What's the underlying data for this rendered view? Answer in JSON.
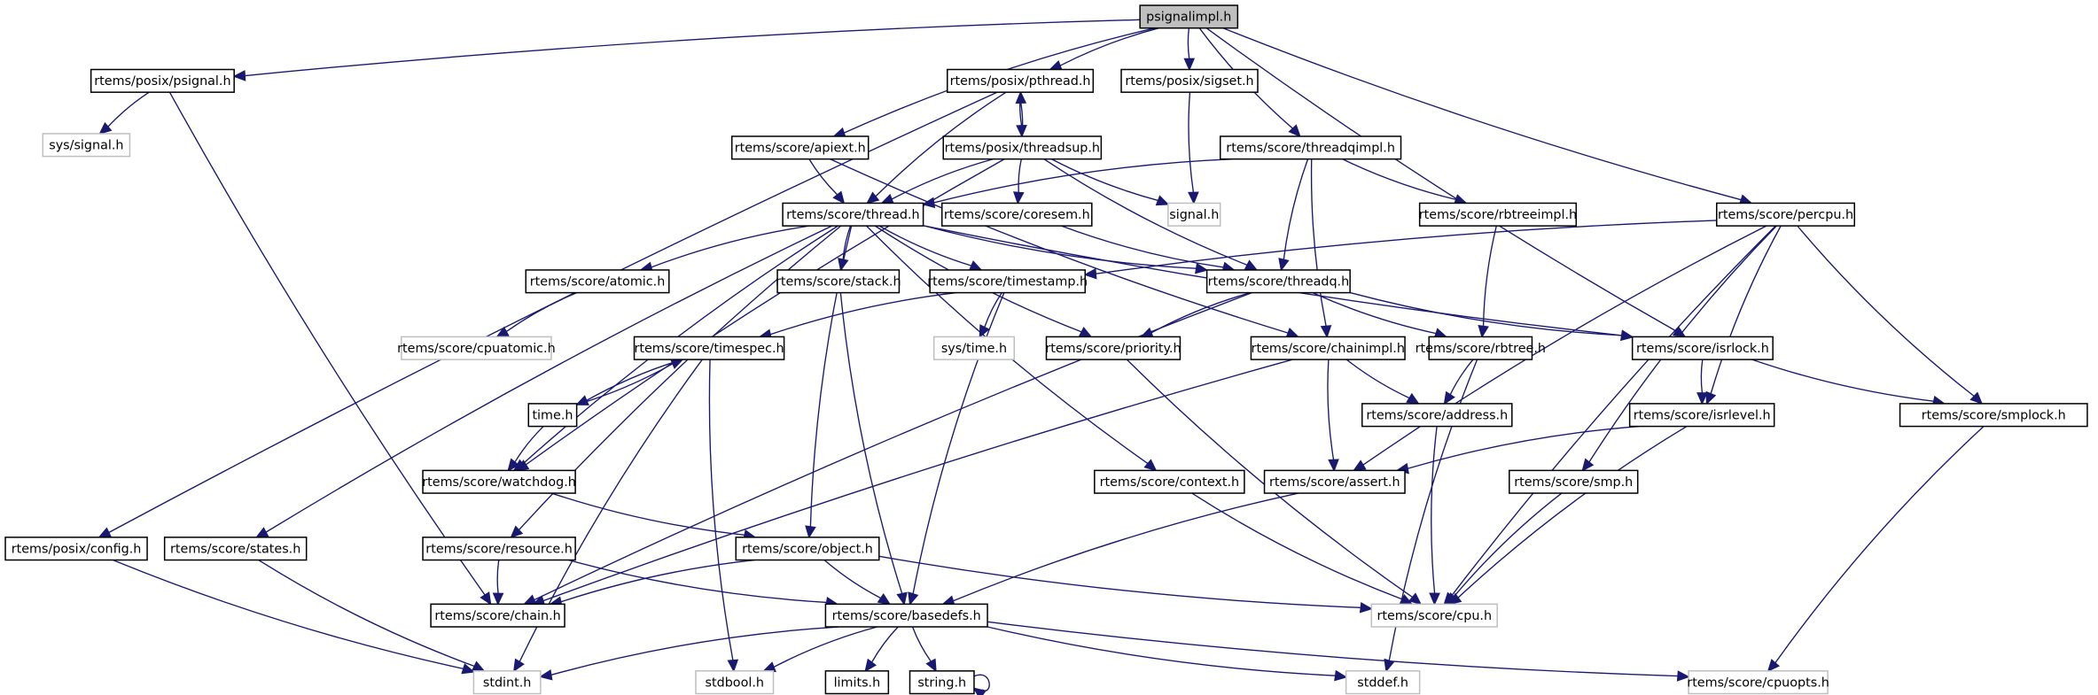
{
  "title": "psignalimpl.h include dependency graph",
  "colors": {
    "edge": "#191970",
    "root_fill": "#bfbfbf",
    "local_border": "#000000",
    "system_border": "#bfbfbf"
  },
  "nodes": [
    {
      "id": "psignalimpl",
      "label": "psignalimpl.h",
      "kind": "root"
    },
    {
      "id": "psignal",
      "label": "rtems/posix/psignal.h",
      "kind": "local"
    },
    {
      "id": "syssignal",
      "label": "sys/signal.h",
      "kind": "system"
    },
    {
      "id": "pthread",
      "label": "rtems/posix/pthread.h",
      "kind": "local"
    },
    {
      "id": "sigset",
      "label": "rtems/posix/sigset.h",
      "kind": "local"
    },
    {
      "id": "apiext",
      "label": "rtems/score/apiext.h",
      "kind": "local"
    },
    {
      "id": "threadsup",
      "label": "rtems/posix/threadsup.h",
      "kind": "local"
    },
    {
      "id": "threadqimpl",
      "label": "rtems/score/threadqimpl.h",
      "kind": "local"
    },
    {
      "id": "thread",
      "label": "rtems/score/thread.h",
      "kind": "local"
    },
    {
      "id": "coresem",
      "label": "rtems/score/coresem.h",
      "kind": "local"
    },
    {
      "id": "signal",
      "label": "signal.h",
      "kind": "system"
    },
    {
      "id": "rbtreeimpl",
      "label": "rtems/score/rbtreeimpl.h",
      "kind": "local"
    },
    {
      "id": "percpu",
      "label": "rtems/score/percpu.h",
      "kind": "local"
    },
    {
      "id": "atomic",
      "label": "rtems/score/atomic.h",
      "kind": "local"
    },
    {
      "id": "stack",
      "label": "rtems/score/stack.h",
      "kind": "local"
    },
    {
      "id": "timestamp",
      "label": "rtems/score/timestamp.h",
      "kind": "local"
    },
    {
      "id": "threadq",
      "label": "rtems/score/threadq.h",
      "kind": "local"
    },
    {
      "id": "cpuatomic",
      "label": "rtems/score/cpuatomic.h",
      "kind": "system"
    },
    {
      "id": "timespec",
      "label": "rtems/score/timespec.h",
      "kind": "local"
    },
    {
      "id": "systime",
      "label": "sys/time.h",
      "kind": "system"
    },
    {
      "id": "priority",
      "label": "rtems/score/priority.h",
      "kind": "local"
    },
    {
      "id": "chainimpl",
      "label": "rtems/score/chainimpl.h",
      "kind": "local"
    },
    {
      "id": "rbtree",
      "label": "rtems/score/rbtree.h",
      "kind": "local"
    },
    {
      "id": "isrlock",
      "label": "rtems/score/isrlock.h",
      "kind": "local"
    },
    {
      "id": "time",
      "label": "time.h",
      "kind": "local"
    },
    {
      "id": "address",
      "label": "rtems/score/address.h",
      "kind": "local"
    },
    {
      "id": "isrlevel",
      "label": "rtems/score/isrlevel.h",
      "kind": "local"
    },
    {
      "id": "smplock",
      "label": "rtems/score/smplock.h",
      "kind": "local"
    },
    {
      "id": "watchdog",
      "label": "rtems/score/watchdog.h",
      "kind": "local"
    },
    {
      "id": "context",
      "label": "rtems/score/context.h",
      "kind": "local"
    },
    {
      "id": "assert",
      "label": "rtems/score/assert.h",
      "kind": "local"
    },
    {
      "id": "smp",
      "label": "rtems/score/smp.h",
      "kind": "local"
    },
    {
      "id": "config",
      "label": "rtems/posix/config.h",
      "kind": "local"
    },
    {
      "id": "states",
      "label": "rtems/score/states.h",
      "kind": "local"
    },
    {
      "id": "resource",
      "label": "rtems/score/resource.h",
      "kind": "local"
    },
    {
      "id": "object",
      "label": "rtems/score/object.h",
      "kind": "local"
    },
    {
      "id": "chain",
      "label": "rtems/score/chain.h",
      "kind": "local"
    },
    {
      "id": "basedefs",
      "label": "rtems/score/basedefs.h",
      "kind": "local"
    },
    {
      "id": "cpu",
      "label": "rtems/score/cpu.h",
      "kind": "system"
    },
    {
      "id": "stdint",
      "label": "stdint.h",
      "kind": "system"
    },
    {
      "id": "stdbool",
      "label": "stdbool.h",
      "kind": "system"
    },
    {
      "id": "limits",
      "label": "limits.h",
      "kind": "local"
    },
    {
      "id": "string",
      "label": "string.h",
      "kind": "local"
    },
    {
      "id": "stddef",
      "label": "stddef.h",
      "kind": "system"
    },
    {
      "id": "cpuopts",
      "label": "rtems/score/cpuopts.h",
      "kind": "system"
    }
  ],
  "edges": [
    [
      "psignalimpl",
      "psignal"
    ],
    [
      "psignalimpl",
      "apiext"
    ],
    [
      "psignalimpl",
      "pthread"
    ],
    [
      "psignalimpl",
      "sigset"
    ],
    [
      "psignalimpl",
      "threadqimpl"
    ],
    [
      "psignalimpl",
      "percpu"
    ],
    [
      "psignalimpl",
      "isrlock"
    ],
    [
      "psignal",
      "syssignal"
    ],
    [
      "psignal",
      "chain"
    ],
    [
      "pthread",
      "config"
    ],
    [
      "pthread",
      "threadsup"
    ],
    [
      "pthread",
      "thread"
    ],
    [
      "threadsup",
      "pthread"
    ],
    [
      "threadsup",
      "thread"
    ],
    [
      "threadsup",
      "coresem"
    ],
    [
      "threadsup",
      "signal"
    ],
    [
      "threadsup",
      "threadq"
    ],
    [
      "threadsup",
      "watchdog"
    ],
    [
      "sigset",
      "signal"
    ],
    [
      "apiext",
      "thread"
    ],
    [
      "apiext",
      "chainimpl"
    ],
    [
      "threadqimpl",
      "thread"
    ],
    [
      "threadqimpl",
      "threadq"
    ],
    [
      "threadqimpl",
      "chainimpl"
    ],
    [
      "threadqimpl",
      "rbtreeimpl"
    ],
    [
      "thread",
      "atomic"
    ],
    [
      "thread",
      "stack"
    ],
    [
      "thread",
      "timestamp"
    ],
    [
      "thread",
      "threadq"
    ],
    [
      "thread",
      "priority"
    ],
    [
      "thread",
      "context"
    ],
    [
      "thread",
      "object"
    ],
    [
      "thread",
      "isrlock"
    ],
    [
      "thread",
      "watchdog"
    ],
    [
      "thread",
      "states"
    ],
    [
      "thread",
      "resource"
    ],
    [
      "coresem",
      "threadq"
    ],
    [
      "rbtreeimpl",
      "rbtree"
    ],
    [
      "percpu",
      "timestamp"
    ],
    [
      "percpu",
      "assert"
    ],
    [
      "percpu",
      "isrlevel"
    ],
    [
      "percpu",
      "smp"
    ],
    [
      "percpu",
      "cpu"
    ],
    [
      "percpu",
      "smplock"
    ],
    [
      "atomic",
      "cpuatomic"
    ],
    [
      "stack",
      "basedefs"
    ],
    [
      "timestamp",
      "timespec"
    ],
    [
      "timestamp",
      "systime"
    ],
    [
      "timestamp",
      "basedefs"
    ],
    [
      "threadq",
      "chain"
    ],
    [
      "threadq",
      "priority"
    ],
    [
      "threadq",
      "rbtree"
    ],
    [
      "threadq",
      "isrlock"
    ],
    [
      "timespec",
      "time"
    ],
    [
      "timespec",
      "stdint"
    ],
    [
      "timespec",
      "stdbool"
    ],
    [
      "time",
      "timespec"
    ],
    [
      "time",
      "watchdog"
    ],
    [
      "priority",
      "cpu"
    ],
    [
      "chainimpl",
      "chain"
    ],
    [
      "chainimpl",
      "address"
    ],
    [
      "chainimpl",
      "assert"
    ],
    [
      "rbtree",
      "address"
    ],
    [
      "rbtree",
      "stddef"
    ],
    [
      "isrlock",
      "isrlevel"
    ],
    [
      "isrlock",
      "smplock"
    ],
    [
      "address",
      "cpu"
    ],
    [
      "isrlevel",
      "assert"
    ],
    [
      "isrlevel",
      "cpu"
    ],
    [
      "smplock",
      "cpuopts"
    ],
    [
      "watchdog",
      "object"
    ],
    [
      "context",
      "cpu"
    ],
    [
      "assert",
      "basedefs"
    ],
    [
      "smp",
      "cpu"
    ],
    [
      "config",
      "stdint"
    ],
    [
      "states",
      "stdint"
    ],
    [
      "resource",
      "chain"
    ],
    [
      "resource",
      "basedefs"
    ],
    [
      "object",
      "chain"
    ],
    [
      "object",
      "basedefs"
    ],
    [
      "object",
      "cpu"
    ],
    [
      "basedefs",
      "stdint"
    ],
    [
      "basedefs",
      "stdbool"
    ],
    [
      "basedefs",
      "limits"
    ],
    [
      "basedefs",
      "string"
    ],
    [
      "basedefs",
      "stddef"
    ],
    [
      "basedefs",
      "cpuopts"
    ],
    [
      "string",
      "string"
    ]
  ]
}
